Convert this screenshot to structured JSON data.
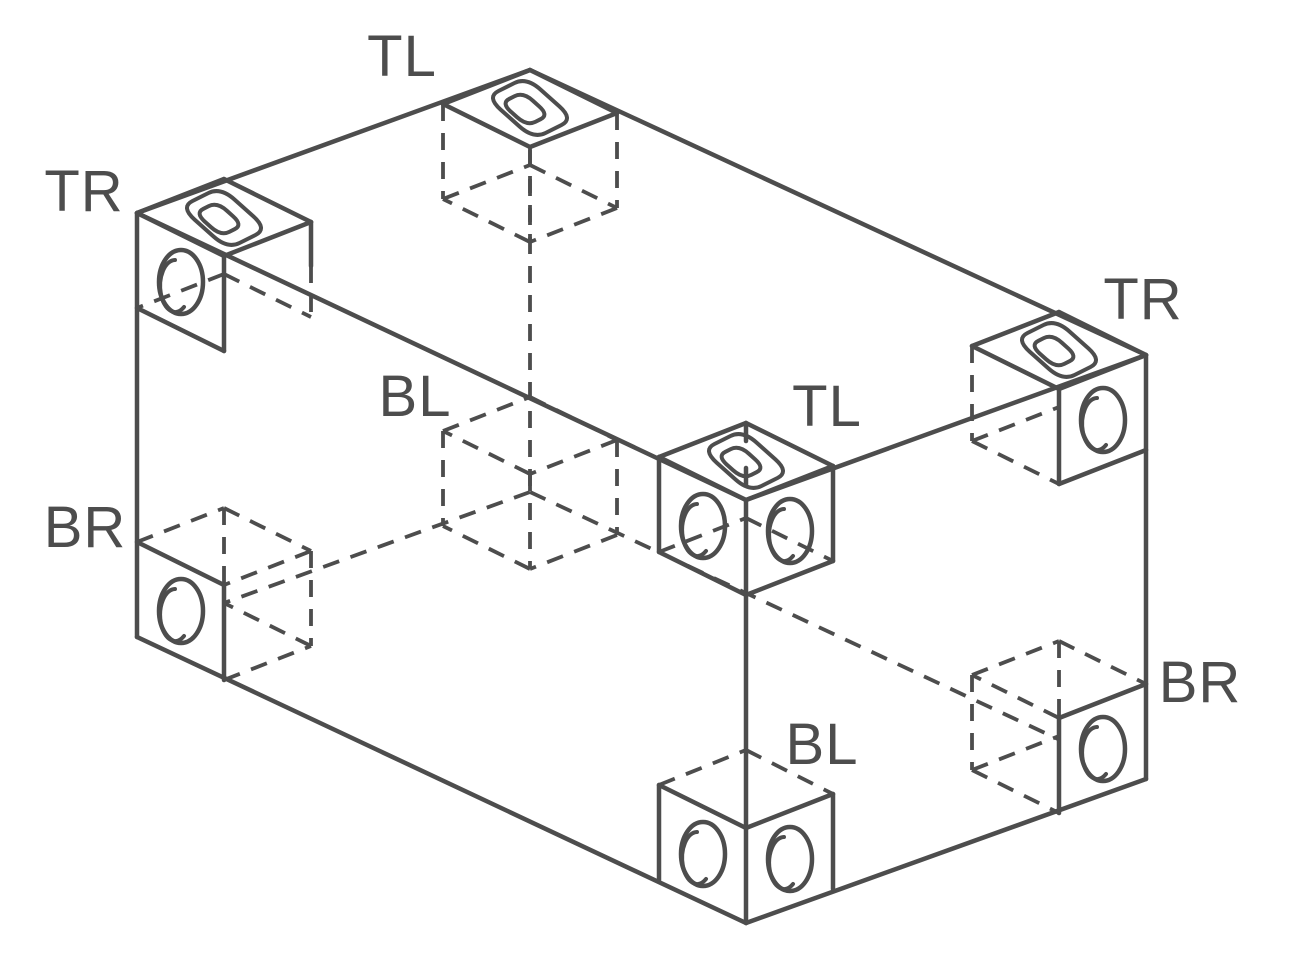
{
  "diagram": {
    "background_color": "#ffffff",
    "line_color": "#4d4d4d",
    "corner_labels": [
      {
        "position": "top-back",
        "text": "TL"
      },
      {
        "position": "top-left",
        "text": "TR"
      },
      {
        "position": "top-right",
        "text": "TR"
      },
      {
        "position": "top-front",
        "text": "TL"
      },
      {
        "position": "bottom-back",
        "text": "BL"
      },
      {
        "position": "bottom-left",
        "text": "BR"
      },
      {
        "position": "bottom-front",
        "text": "BL"
      },
      {
        "position": "bottom-right",
        "text": "BR"
      }
    ]
  }
}
